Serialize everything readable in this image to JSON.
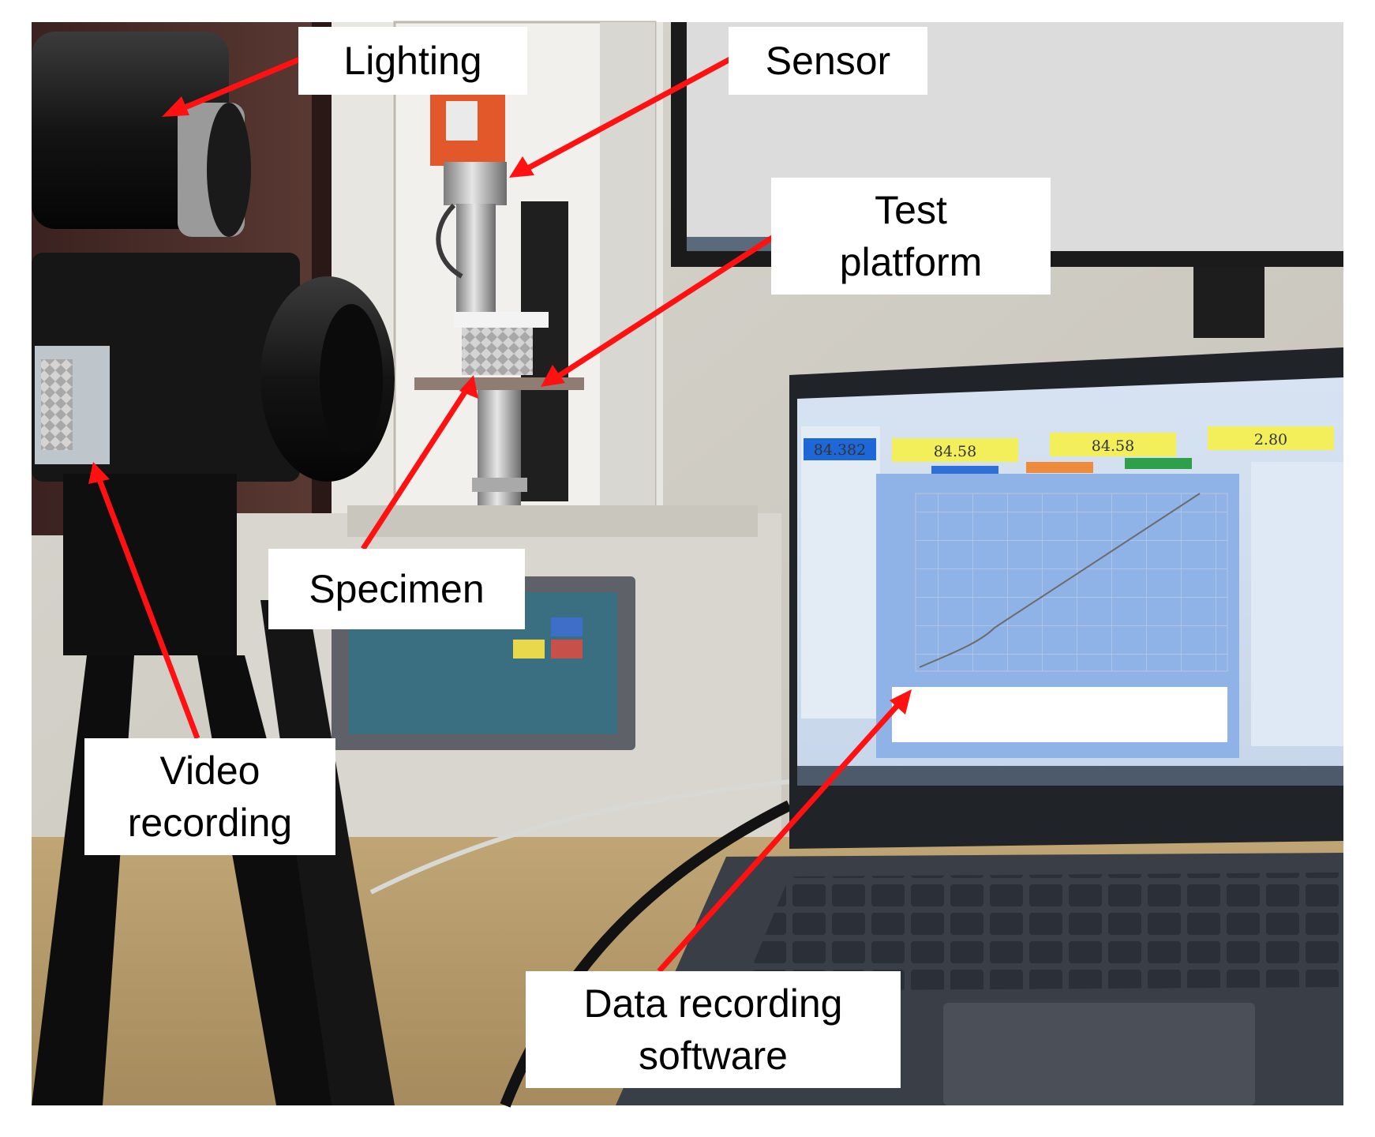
{
  "labels": {
    "lighting": "Lighting",
    "sensor": "Sensor",
    "test_platform": [
      "Test",
      "platform"
    ],
    "specimen": "Specimen",
    "video_recording": [
      "Video",
      "recording"
    ],
    "data_recording_software": [
      "Data recording",
      "software"
    ]
  },
  "software_screen": {
    "left_readout": "84.382",
    "readout_1": "84.58",
    "readout_2": "84.58",
    "readout_3": "2.80"
  },
  "colors": {
    "arrow": "#ff1111",
    "label_background": "#ffffff",
    "label_text": "#000000",
    "readout_background": "#f2ef5a",
    "screen_accent": "#1e67d8"
  }
}
